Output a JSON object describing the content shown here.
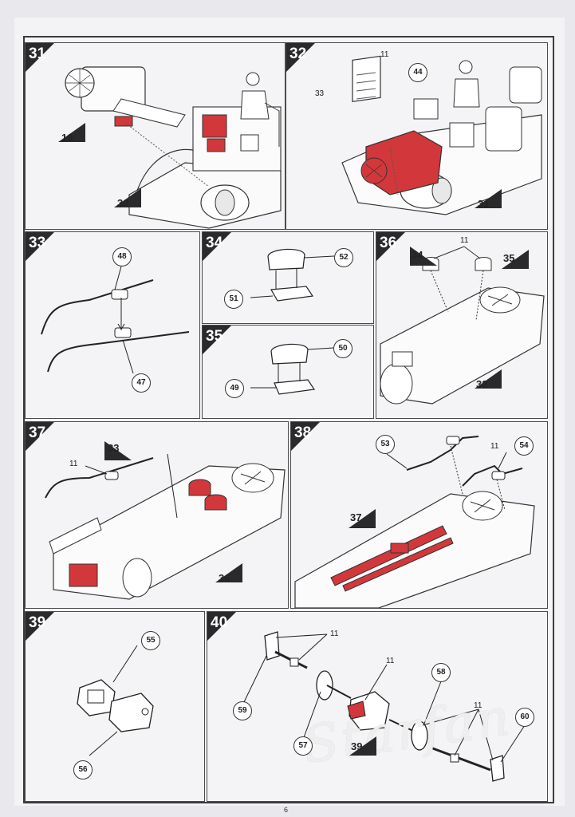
{
  "page_number": "6",
  "watermark": "Starfan",
  "steps": {
    "s31": {
      "number": "31",
      "refs": [
        "10",
        "30"
      ]
    },
    "s32": {
      "number": "32",
      "labels": {
        "a": "11",
        "b": "44",
        "c": "33"
      },
      "refs": [
        "31"
      ]
    },
    "s33": {
      "number": "33",
      "labels": {
        "a": "48",
        "b": "47"
      }
    },
    "s34": {
      "number": "34",
      "labels": {
        "a": "52",
        "b": "51"
      }
    },
    "s35": {
      "number": "35",
      "labels": {
        "a": "50",
        "b": "49"
      }
    },
    "s36": {
      "number": "36",
      "labels": {
        "a": "11"
      },
      "refs": [
        "34",
        "35",
        "32"
      ]
    },
    "s37": {
      "number": "37",
      "labels": {
        "a": "11"
      },
      "refs": [
        "33",
        "36"
      ]
    },
    "s38": {
      "number": "38",
      "labels": {
        "a": "53",
        "b": "11",
        "c": "54"
      },
      "refs": [
        "37"
      ]
    },
    "s39": {
      "number": "39",
      "labels": {
        "a": "55",
        "b": "56"
      }
    },
    "s40": {
      "number": "40",
      "labels": {
        "a": "11",
        "b": "11",
        "c": "58",
        "d": "11",
        "e": "60",
        "f": "59",
        "g": "57"
      },
      "refs": [
        "39"
      ]
    }
  },
  "colors": {
    "highlight": "#d2383b",
    "line": "#2d2d2f",
    "tab": "#2a2a2c"
  }
}
